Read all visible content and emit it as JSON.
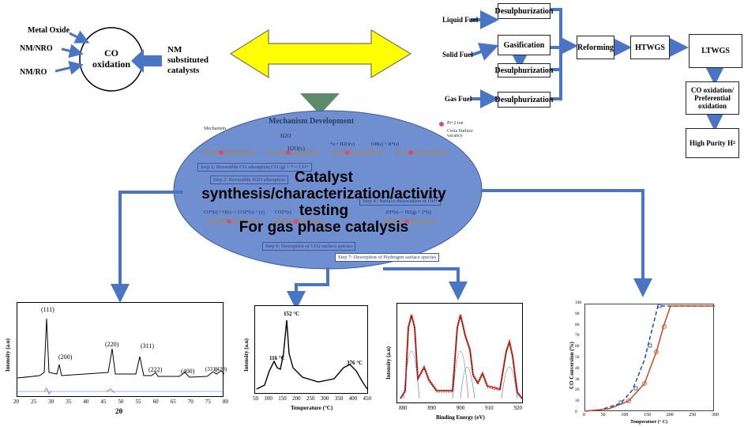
{
  "co_oxidation": {
    "center": "CO\noxidation",
    "inputs": [
      "Metal Oxide",
      "NM/NRO",
      "NM/RO"
    ],
    "nm_substituted": "NM\nsubstituted\ncatalysts"
  },
  "flowchart": {
    "fuels": [
      "Liquid Fuel",
      "Solid Fuel",
      "Gas Fuel"
    ],
    "desulph": "Desulphurization",
    "gasification": "Gasification",
    "reforming": "Reforming",
    "htwgs": "HTWGS",
    "ltwgs": "LTWGS",
    "co_ox": "CO oxidation/ Preferential oxidation",
    "high_purity": "High Purity H",
    "high_purity_sub": "2"
  },
  "ellipse": {
    "mechanism_title": "Mechanism Development",
    "center_text": "Catalyst\nsynthesis/characterization/activity\ntesting\nFor gas phase catalysis",
    "legend": [
      "Pt+2 ion",
      "Ceria Surface vacancy"
    ],
    "mech_label": "Mechanism",
    "steps": [
      "Step 1: Reversible CO adsorption,CO (g) + * = CO*",
      "Step 2: Reversible H2O adsorption",
      "Step 4 : Surface dissociation of OH*",
      "Step 6: Desorption of CO2 surface species",
      "Step 7: Desorption of Hydrogen surface species"
    ],
    "eqs": [
      "H2O",
      "H2O(v)",
      "*o + H2O(v)",
      "OH(s) + H*(s)",
      "CO*(s) + O(s) -> CO2*(s) + (v)",
      "CO2*(s)",
      "2H*(s) -> H2(g) + 2*(s)"
    ]
  },
  "xrd": {
    "xlabel": "2θ",
    "ylabel": "Intensity (a.u)",
    "xticks": [
      "20",
      "25",
      "30",
      "35",
      "40",
      "45",
      "50",
      "55",
      "60",
      "65",
      "70",
      "75",
      "80"
    ],
    "peaks": [
      "(111)",
      "(200)",
      "(220)",
      "(311)",
      "(222)",
      "(400)",
      "(331)",
      "(420)"
    ]
  },
  "tpr": {
    "xlabel": "Temperature (°C)",
    "ylabel": "Intensity (a.u)",
    "xticks": [
      "50",
      "100",
      "150",
      "200",
      "250",
      "300",
      "350",
      "400",
      "450"
    ],
    "peaks": [
      "152 °C",
      "116 °C",
      "376 °C"
    ]
  },
  "xps": {
    "xlabel": "Binding Energy (eV)",
    "ylabel": "Intensity (a.u)",
    "xticks": [
      "880",
      "890",
      "900",
      "910",
      "920"
    ]
  },
  "conv": {
    "xlabel": "Temperature (° C)",
    "ylabel": "CO Conversion (%)",
    "xticks": [
      "0",
      "50",
      "100",
      "150",
      "200",
      "250",
      "300"
    ],
    "yticks": [
      "100",
      "90",
      "80",
      "70",
      "60",
      "50",
      "40",
      "30",
      "20",
      "10",
      "0"
    ]
  },
  "colors": {
    "ellipse": "#6f8fd0",
    "arrow_blue": "#4a74c4",
    "arrow_yellow": "#ffff00",
    "funnel": "#5f8a6a"
  }
}
